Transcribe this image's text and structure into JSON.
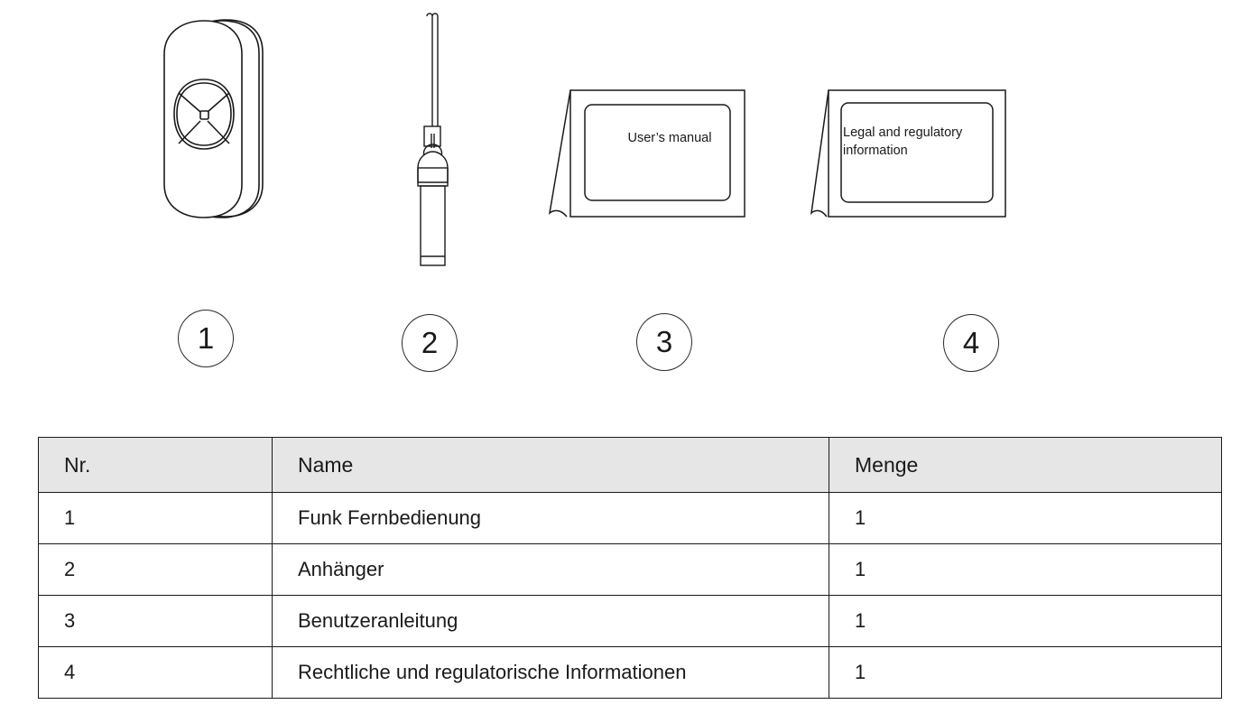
{
  "illustrations": {
    "items": [
      {
        "id": "remote",
        "icon": "remote-control-illustration",
        "label": ""
      },
      {
        "id": "pendant",
        "icon": "pendant-keyfob-illustration",
        "label": ""
      },
      {
        "id": "manual",
        "icon": "booklet-illustration",
        "label": "User’s manual"
      },
      {
        "id": "legal",
        "icon": "booklet-illustration",
        "label": "Legal and regulatory\ninformation"
      }
    ]
  },
  "callouts": [
    {
      "number": "1"
    },
    {
      "number": "2"
    },
    {
      "number": "3"
    },
    {
      "number": "4"
    }
  ],
  "table": {
    "headers": {
      "nr": "Nr.",
      "name": "Name",
      "qty": "Menge"
    },
    "rows": [
      {
        "nr": "1",
        "name": "Funk Fernbedienung",
        "qty": "1"
      },
      {
        "nr": "2",
        "name": "Anhänger",
        "qty": "1"
      },
      {
        "nr": "3",
        "name": "Benutzeranleitung",
        "qty": "1"
      },
      {
        "nr": "4",
        "name": "Rechtliche und regulatorische Informationen",
        "qty": "1"
      }
    ]
  },
  "colors": {
    "header_fill": "#e6e6e6",
    "line": "#1a1a1a",
    "text": "#1a1a1a",
    "background": "#ffffff"
  }
}
